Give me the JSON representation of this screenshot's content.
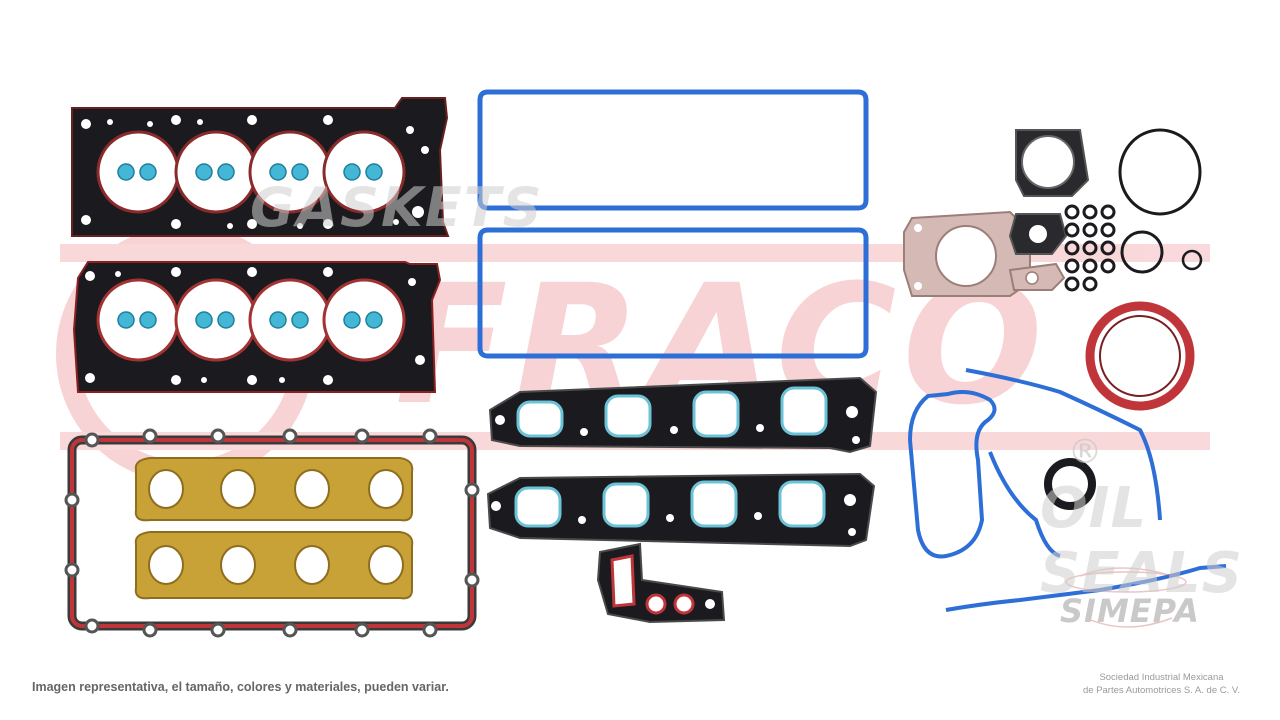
{
  "watermark": {
    "top": "GASKETS",
    "brand": "FRACO",
    "bottom": "OIL SEALS",
    "registered": "®",
    "logo_text": "SIMEPA"
  },
  "footer": {
    "disclaimer": "Imagen representativa, el tamaño, colores y materiales, pueden variar.",
    "company_line1": "Sociedad Industrial Mexicana",
    "company_line2": "de Partes Automotrices S. A. de C. V."
  },
  "colors": {
    "gasket_black": "#1b1b1f",
    "gasket_red": "#b5262a",
    "seal_blue": "#2d6fd6",
    "valve_cyan": "#45b7d6",
    "exhaust_gold": "#c9a237",
    "watermark_red": "#e87a80"
  }
}
